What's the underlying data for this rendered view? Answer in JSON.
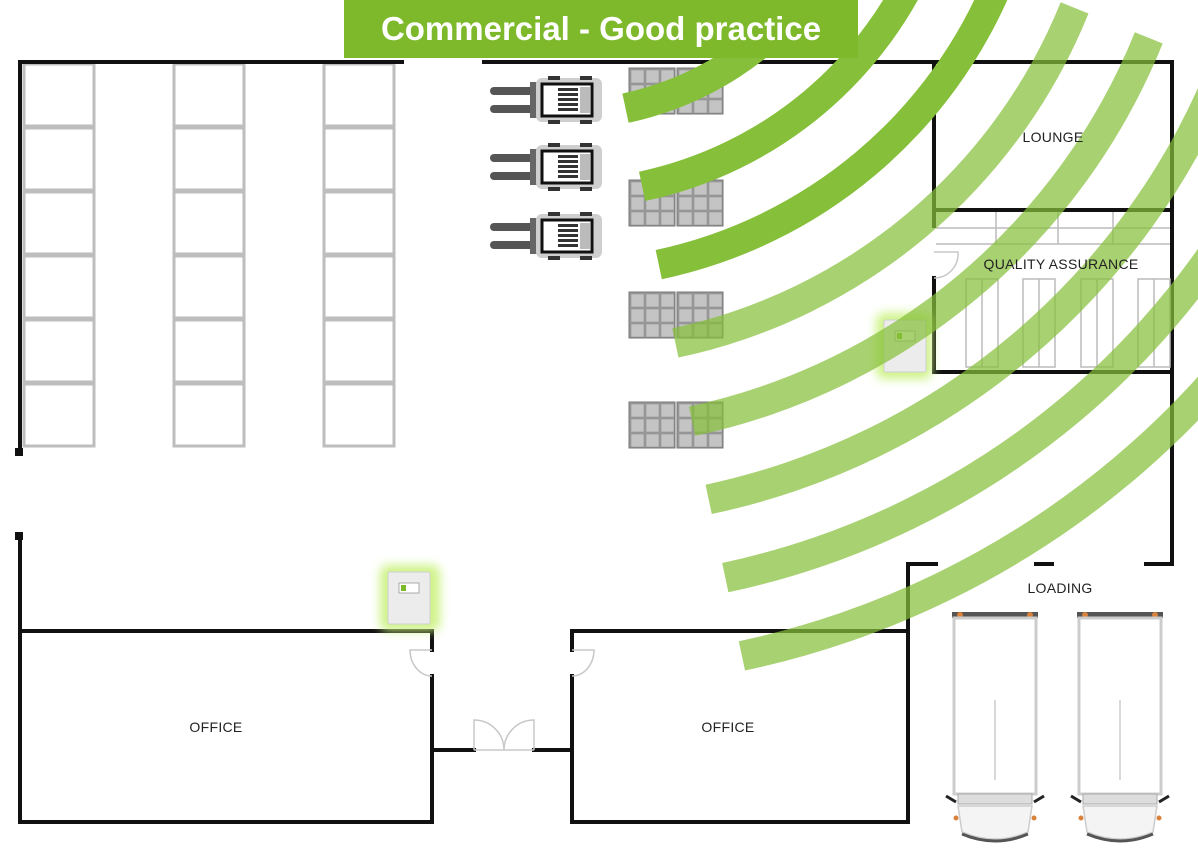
{
  "title": "Commercial - Good practice",
  "colors": {
    "accent": "#7db92a",
    "wave": "#86bf3a",
    "wall": "#111111",
    "rack": "#bdbdbd",
    "glow": "#c9f27a"
  },
  "rooms": [
    {
      "id": "lounge",
      "label": "LOUNGE"
    },
    {
      "id": "qa",
      "label": "QUALITY ASSURANCE"
    },
    {
      "id": "loading",
      "label": "LOADING"
    },
    {
      "id": "office-left",
      "label": "OFFICE"
    },
    {
      "id": "office-right",
      "label": "OFFICE"
    }
  ],
  "icons": {
    "forklift": "forklift-icon",
    "pallet": "pallet-icon",
    "access_point": "access-point-icon",
    "truck": "truck-icon",
    "door": "door-icon",
    "signal": "signal-wave-icon"
  },
  "counts": {
    "forklifts": 3,
    "pallet_stacks": 4,
    "rack_columns": 3,
    "rack_bays_per_column": 6,
    "trucks": 2,
    "access_points": 2,
    "signal_waves": 8
  }
}
